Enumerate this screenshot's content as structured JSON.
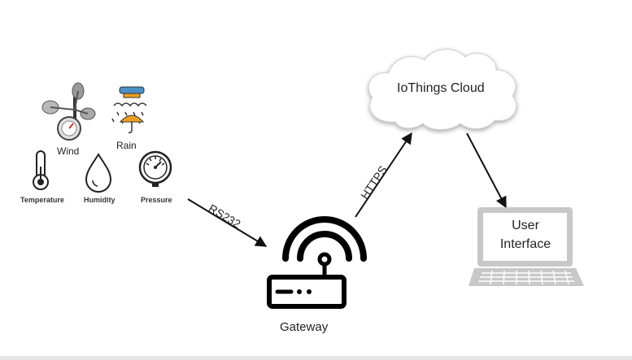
{
  "sensors": {
    "wind": "Wind",
    "rain": "Rain",
    "temperature": "Temperature",
    "humidity": "Humidity",
    "pressure": "Pressure"
  },
  "links": {
    "serial": "RS232",
    "secure": "HTTPS"
  },
  "nodes": {
    "gateway": "Gateway",
    "cloud": "IoThings Cloud",
    "ui_line1": "User",
    "ui_line2": "Interface"
  },
  "colors": {
    "ink": "#111111",
    "laptop_gray": "#c8c8c8",
    "rain_blue": "#4a90c8",
    "umbrella_orange": "#f0a020"
  }
}
